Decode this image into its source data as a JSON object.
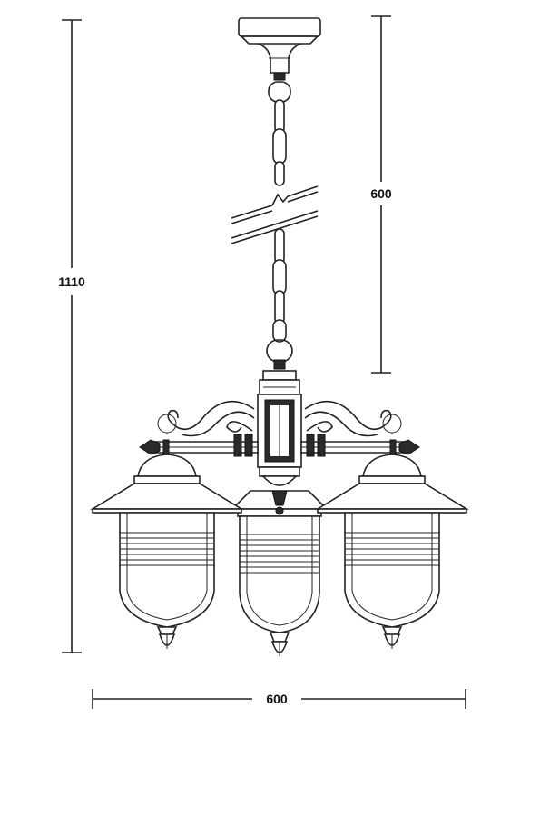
{
  "dimensions": {
    "total_height": "1110",
    "chain_length": "600",
    "width": "600"
  }
}
